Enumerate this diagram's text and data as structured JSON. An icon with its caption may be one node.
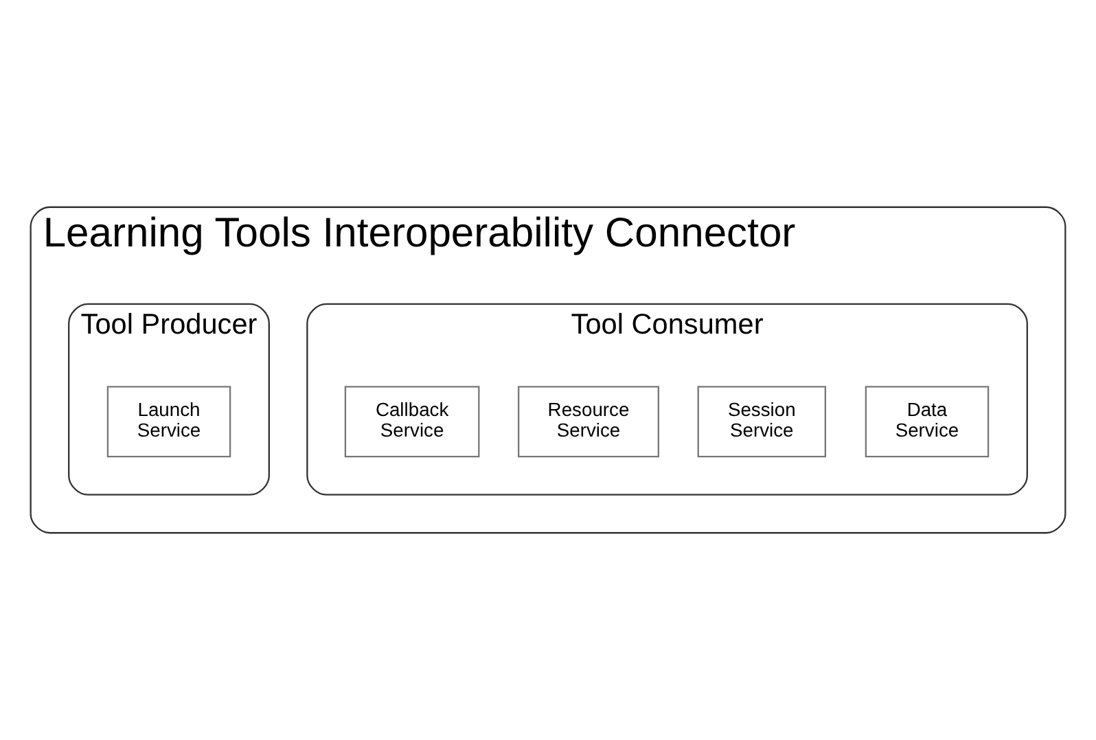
{
  "diagram": {
    "nodes": [
      {
        "text": [
          "Learning Tools Interoperability Connector"
        ]
      },
      {
        "text": [
          "Tool Consumer"
        ],
        "in": 0
      },
      {
        "text": [
          "Data Service"
        ],
        "in": 1
      },
      {
        "text": [
          "Session Service"
        ],
        "in": 1
      },
      {
        "text": [
          "Resource Service"
        ],
        "in": 1
      },
      {
        "text": [
          "Callback Service"
        ],
        "in": 1
      },
      {
        "text": [
          "Tool Producer"
        ],
        "in": 0
      },
      {
        "text": [
          "Launch Service"
        ],
        "in": 6
      }
    ]
  }
}
